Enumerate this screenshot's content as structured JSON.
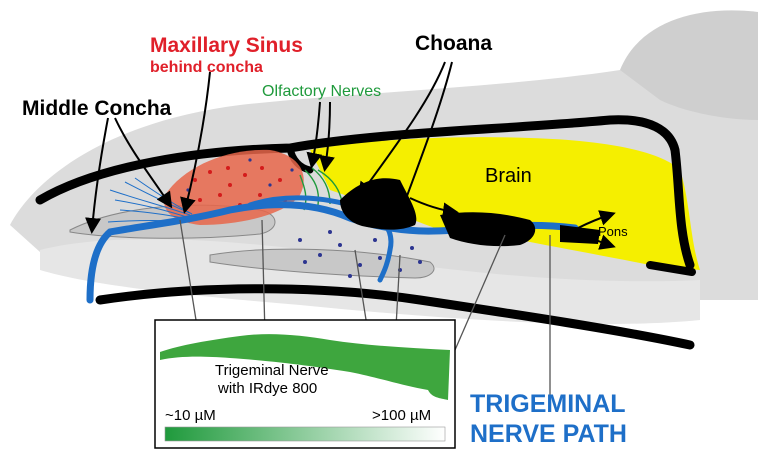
{
  "labels": {
    "maxillary_title": "Maxillary Sinus",
    "maxillary_sub": "behind concha",
    "olfactory": "Olfactory Nerves",
    "choana": "Choana",
    "middle_concha": "Middle Concha",
    "brain": "Brain",
    "pons": "Pons",
    "path_line1": "TRIGEMINAL",
    "path_line2": "NERVE PATH"
  },
  "inset": {
    "caption_line1": "Trigeminal Nerve",
    "caption_line2": "with IRdye 800",
    "scale_min": "~10 µM",
    "scale_max": ">100 µM"
  },
  "colors": {
    "brain": "#f5ef00",
    "nerve": "#1e6fc8",
    "sinus": "#e8664a",
    "sinus_dots": "#d41b1b",
    "olfactory": "#1f9a3c",
    "red_label": "#e0202a",
    "green_label": "#1f9a3c",
    "dye_green": "#3ea63e",
    "outline": "#000000"
  }
}
